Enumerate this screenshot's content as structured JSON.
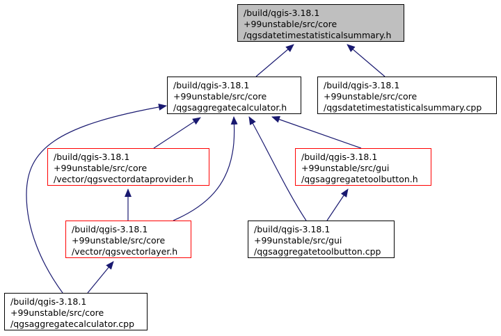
{
  "colors": {
    "edge": "#191970",
    "border_default": "#000000",
    "border_incomplete": "#ff0000",
    "root_fill": "#bfbfbf"
  },
  "nodes": {
    "summary_h": {
      "lines": [
        "/build/qgis-3.18.1",
        "+99unstable/src/core",
        "/qgsdatetimestatisticalsummary.h"
      ],
      "border": "black",
      "selected": true
    },
    "calculator_h": {
      "lines": [
        "/build/qgis-3.18.1",
        "+99unstable/src/core",
        "/qgsaggregatecalculator.h"
      ],
      "border": "black"
    },
    "summary_cpp": {
      "lines": [
        "/build/qgis-3.18.1",
        "+99unstable/src/core",
        "/qgsdatetimestatisticalsummary.cpp"
      ],
      "border": "black"
    },
    "dataprovider_h": {
      "lines": [
        "/build/qgis-3.18.1",
        "+99unstable/src/core",
        "/vector/qgsvectordataprovider.h"
      ],
      "border": "red"
    },
    "toolbutton_h": {
      "lines": [
        "/build/qgis-3.18.1",
        "+99unstable/src/gui",
        "/qgsaggregatetoolbutton.h"
      ],
      "border": "red"
    },
    "vectorlayer_h": {
      "lines": [
        "/build/qgis-3.18.1",
        "+99unstable/src/core",
        "/vector/qgsvectorlayer.h"
      ],
      "border": "red"
    },
    "toolbutton_cpp": {
      "lines": [
        "/build/qgis-3.18.1",
        "+99unstable/src/gui",
        "/qgsaggregatetoolbutton.cpp"
      ],
      "border": "black"
    },
    "calculator_cpp": {
      "lines": [
        "/build/qgis-3.18.1",
        "+99unstable/src/core",
        "/qgsaggregatecalculator.cpp"
      ],
      "border": "black"
    }
  },
  "edges": [
    {
      "from": "calculator_h",
      "to": "summary_h"
    },
    {
      "from": "summary_cpp",
      "to": "summary_h"
    },
    {
      "from": "dataprovider_h",
      "to": "calculator_h"
    },
    {
      "from": "vectorlayer_h",
      "to": "calculator_h"
    },
    {
      "from": "toolbutton_cpp",
      "to": "calculator_h"
    },
    {
      "from": "toolbutton_h",
      "to": "calculator_h"
    },
    {
      "from": "calculator_cpp",
      "to": "calculator_h"
    },
    {
      "from": "vectorlayer_h",
      "to": "dataprovider_h"
    },
    {
      "from": "toolbutton_cpp",
      "to": "toolbutton_h"
    },
    {
      "from": "calculator_cpp",
      "to": "vectorlayer_h"
    }
  ]
}
